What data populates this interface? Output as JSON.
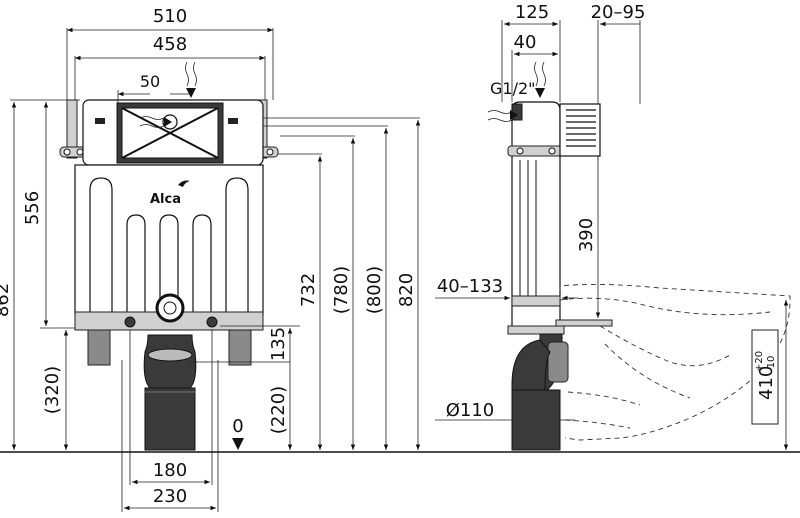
{
  "brand": {
    "logo_text": "Alca"
  },
  "dimensions": {
    "front_width_510": "510",
    "front_width_458": "458",
    "flush_opening_50": "50",
    "height_556": "556",
    "height_862": "862",
    "height_320": "(320)",
    "height_732": "732",
    "height_780": "(780)",
    "height_800": "(800)",
    "height_820": "820",
    "height_135": "135",
    "height_220": "(220)",
    "zero_level": "0",
    "bottom_180": "180",
    "bottom_230": "230",
    "side_125": "125",
    "side_20_95": "20–95",
    "side_40": "40",
    "water_inlet": "G1/2\"",
    "side_390": "390",
    "side_40_133": "40–133",
    "pipe_110": "Ø110",
    "bowl_410": "410",
    "bowl_tol_plus": "+20",
    "bowl_tol_minus": "-10"
  }
}
